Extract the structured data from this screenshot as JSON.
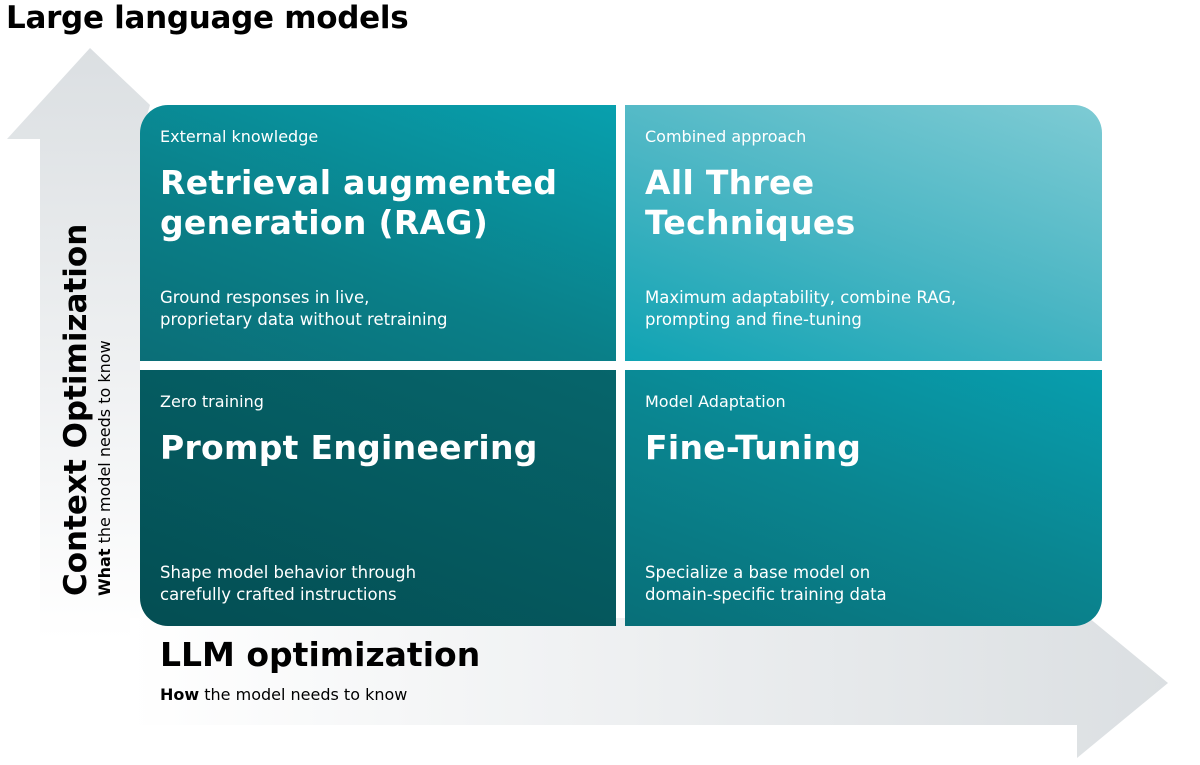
{
  "title": "Large language models",
  "y_axis": {
    "label": "Context Optimization",
    "sub_bold": "What",
    "sub_rest": " the model needs to know"
  },
  "x_axis": {
    "label": "LLM optimization",
    "sub_bold": "How",
    "sub_rest": " the model needs to know"
  },
  "quadrants": {
    "rag": {
      "subtitle": "External knowledge",
      "heading_1": "Retrieval augmented",
      "heading_2": "generation (RAG)",
      "desc_1": "Ground responses in live,",
      "desc_2": "proprietary data without retraining"
    },
    "all": {
      "subtitle": "Combined approach",
      "heading_1": "All Three",
      "heading_2": "Techniques",
      "desc_1": "Maximum adaptability, combine RAG,",
      "desc_2": "prompting and fine-tuning"
    },
    "pe": {
      "subtitle": "Zero training",
      "heading_1": "Prompt Engineering",
      "desc_1": "Shape model behavior through",
      "desc_2": "carefully crafted instructions"
    },
    "ft": {
      "subtitle": "Model Adaptation",
      "heading_1": "Fine-Tuning",
      "desc_1": "Specialize a base model on",
      "desc_2": "domain-specific training data"
    }
  },
  "colors": {
    "arrow": "#dde1e4",
    "dark_teal": "#044e53",
    "teal": "#0a8590",
    "light_teal": "#7ecbd4"
  }
}
